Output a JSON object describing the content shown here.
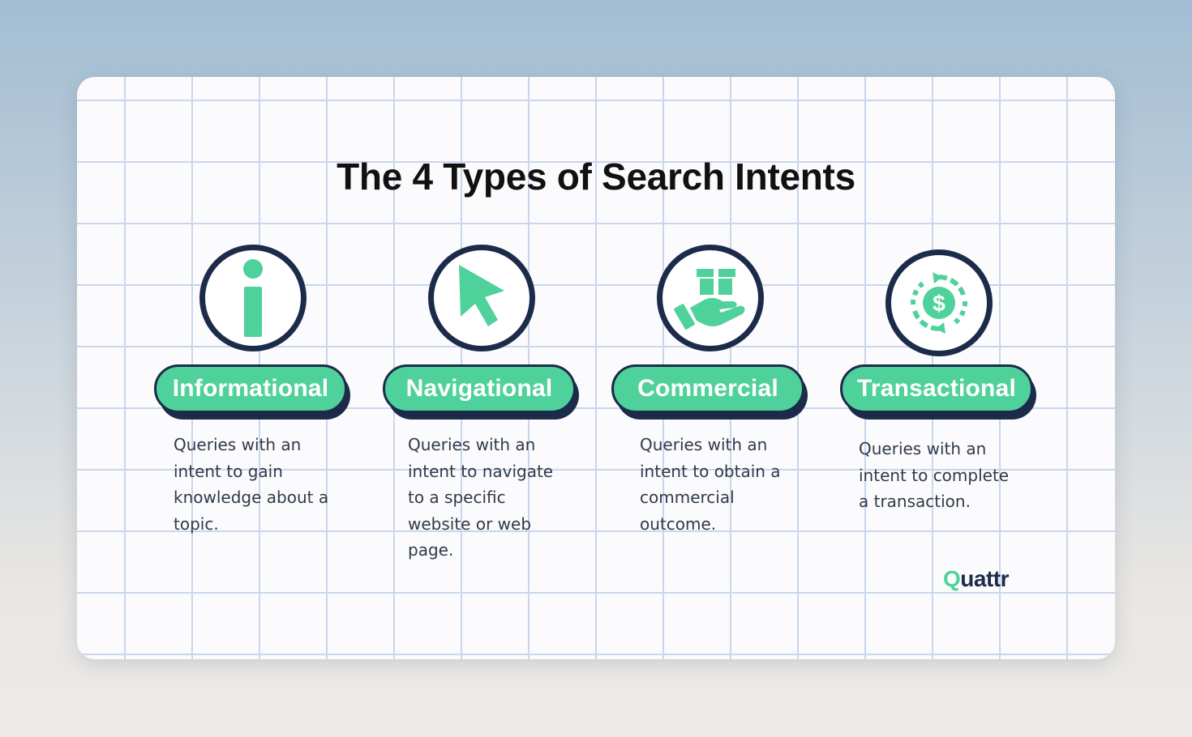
{
  "title": "The 4 Types of Search Intents",
  "intents": [
    {
      "label": "Informational",
      "description": "Queries with an\nintent to gain\nknowledge about a\ntopic.",
      "icon": "info-icon"
    },
    {
      "label": "Navigational",
      "description": "Queries with an\nintent to navigate\nto a specific\nwebsite or web\npage.",
      "icon": "cursor-arrow-icon"
    },
    {
      "label": "Commercial",
      "description": "Queries with an\nintent to obtain a\ncommercial\noutcome.",
      "icon": "hand-box-icon"
    },
    {
      "label": "Transactional",
      "description": "Queries with an\nintent to complete\na transaction.",
      "icon": "dollar-cycle-icon"
    }
  ],
  "logo": {
    "first": "Q",
    "rest": "uattr"
  },
  "colors": {
    "accent": "#4fd19b",
    "navy": "#1c2b4a",
    "grid": "#c9d6eb",
    "text": "#2f3a48"
  }
}
